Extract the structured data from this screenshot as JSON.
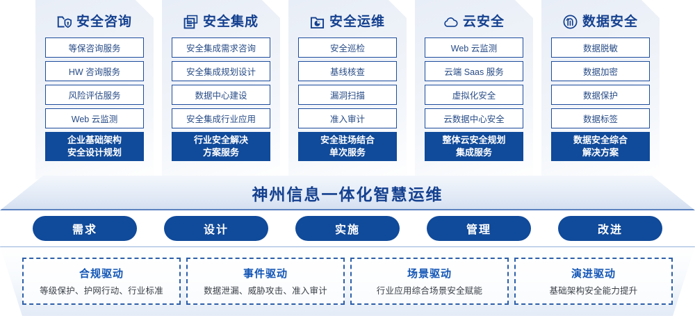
{
  "pillars": [
    {
      "icon": "folder-shield-icon",
      "title": "安全咨询",
      "services": [
        "等保咨询服务",
        "HW 咨询服务",
        "风险评估服务",
        "Web 云监测"
      ],
      "highlight": [
        "企业基础架构",
        "安全设计规划"
      ]
    },
    {
      "icon": "stacked-documents-icon",
      "title": "安全集成",
      "services": [
        "安全集成需求咨询",
        "安全集成规划设计",
        "数据中心建设",
        "安全集成行业应用"
      ],
      "highlight": [
        "行业安全解决",
        "方案服务"
      ]
    },
    {
      "icon": "folder-clock-icon",
      "title": "安全运维",
      "services": [
        "安全巡检",
        "基线核查",
        "漏洞扫描",
        "准入审计"
      ],
      "highlight": [
        "安全驻场结合",
        "单次服务"
      ]
    },
    {
      "icon": "cloud-icon",
      "title": "云安全",
      "services": [
        "Web 云监测",
        "云端 Saas 服务",
        "虚拟化安全",
        "云数据中心安全"
      ],
      "highlight": [
        "整体云安全规划",
        "集成服务"
      ]
    },
    {
      "icon": "fingerprint-icon",
      "title": "数据安全",
      "services": [
        "数据脱敏",
        "数据加密",
        "数据保护",
        "数据标签"
      ],
      "highlight": [
        "数据安全综合",
        "解决方案"
      ]
    }
  ],
  "banner": {
    "text": "神州信息一体化智慧运维"
  },
  "phases": [
    {
      "label": "需求"
    },
    {
      "label": "设计"
    },
    {
      "label": "实施"
    },
    {
      "label": "管理"
    },
    {
      "label": "改进"
    }
  ],
  "drivers": [
    {
      "title": "合规驱动",
      "desc": "等级保护、护网行动、行业标准"
    },
    {
      "title": "事件驱动",
      "desc": "数据泄漏、威胁攻击、准入审计"
    },
    {
      "title": "场景驱动",
      "desc": "行业应用综合场景安全赋能"
    },
    {
      "title": "演进驱动",
      "desc": "基础架构安全能力提升"
    }
  ],
  "colors": {
    "brand_blue": "#104a9a",
    "title_blue": "#14408f",
    "text_blue": "#274b86",
    "dashed_border": "#2c5fa8"
  }
}
